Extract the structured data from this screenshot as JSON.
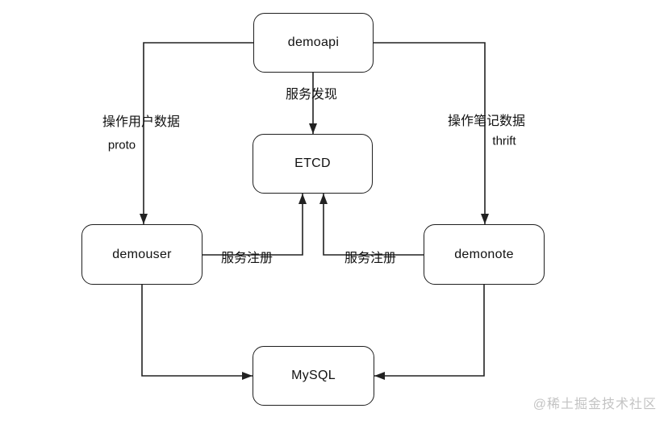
{
  "diagram": {
    "nodes": {
      "demoapi": "demoapi",
      "etcd": "ETCD",
      "demouser": "demouser",
      "demonote": "demonote",
      "mysql": "MySQL"
    },
    "edge_labels": {
      "service_discovery": "服务发现",
      "service_register_left": "服务注册",
      "service_register_right": "服务注册",
      "user_data": "操作用户数据",
      "user_protocol": "proto",
      "note_data": "操作笔记数据",
      "note_protocol": "thrift"
    },
    "colors": {
      "stroke": "#222222",
      "node_fill": "#ffffff",
      "text": "#111111",
      "watermark": "#c3c3c3"
    }
  },
  "watermark": "@稀土掘金技术社区"
}
